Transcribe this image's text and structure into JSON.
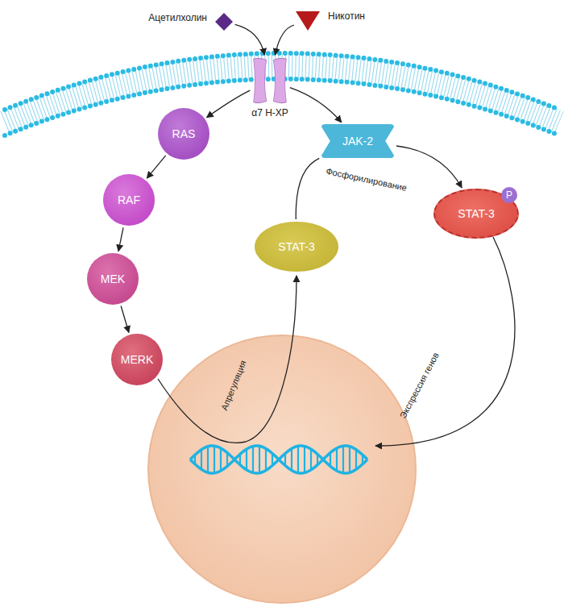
{
  "diagram": {
    "nodes": [
      {
        "text": [
          "Ацетилхолин"
        ]
      },
      {
        "text": [
          "Никотин"
        ]
      },
      {
        "text": [
          "α7 Н-ХР"
        ]
      },
      {
        "text": [
          "RAS"
        ]
      },
      {
        "text": [
          "JAK-2"
        ]
      },
      {
        "text": [
          "RAF"
        ]
      },
      {
        "text": [
          "STAT-3"
        ]
      },
      {
        "text": [
          "P"
        ],
        "in": 6
      },
      {
        "text": [
          "MEK"
        ]
      },
      {
        "text": [
          "STAT-3"
        ]
      },
      {
        "text": [
          "MERK"
        ]
      }
    ],
    "edges": [
      {
        "from": 0,
        "to": 2,
        "arrow": "to"
      },
      {
        "from": 1,
        "to": 2,
        "arrow": "to"
      },
      {
        "from": 2,
        "to": 3,
        "arrow": "to"
      },
      {
        "from": 2,
        "to": 4,
        "arrow": "to"
      },
      {
        "from": 3,
        "to": 5,
        "arrow": "to"
      },
      {
        "from": 5,
        "to": 8,
        "arrow": "to"
      },
      {
        "from": 8,
        "to": 10,
        "arrow": "to"
      },
      {
        "from": 4,
        "to": 6,
        "label": "Фосфорилирование",
        "arrow": "to"
      },
      {
        "from": 9,
        "to": 4,
        "arrow": "none"
      }
    ],
    "labels": [
      "Апрегуляция",
      "Экспрессия генов"
    ]
  }
}
